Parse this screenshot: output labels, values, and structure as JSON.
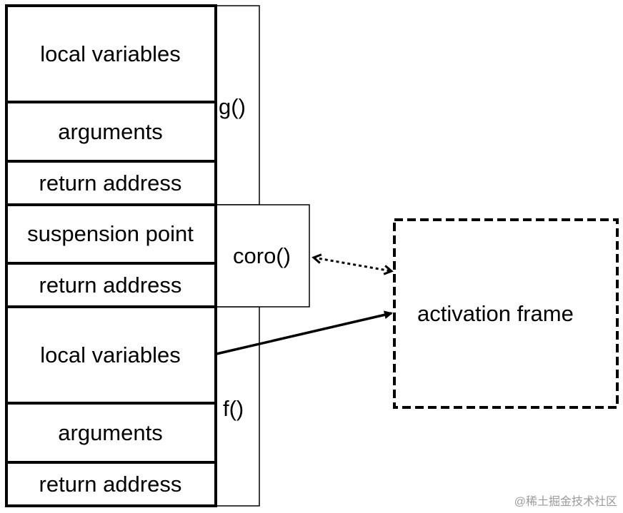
{
  "stack": {
    "cells": [
      {
        "label": "local variables"
      },
      {
        "label": "arguments"
      },
      {
        "label": "return address"
      },
      {
        "label": "suspension point"
      },
      {
        "label": "return address"
      },
      {
        "label": "local variables"
      },
      {
        "label": "arguments"
      },
      {
        "label": "return address"
      }
    ],
    "frames": {
      "g": "g()",
      "coro": "coro()",
      "f": "f()"
    }
  },
  "activation_frame": {
    "label": "activation frame",
    "border_style": "dashed"
  },
  "connections": [
    {
      "from": "coro()",
      "to": "activation frame",
      "style": "dotted",
      "arrowheads": "both"
    },
    {
      "from": "local variables (f)",
      "to": "activation frame",
      "style": "solid",
      "arrowheads": "end"
    }
  ],
  "watermark": "@稀土掘金技术社区"
}
